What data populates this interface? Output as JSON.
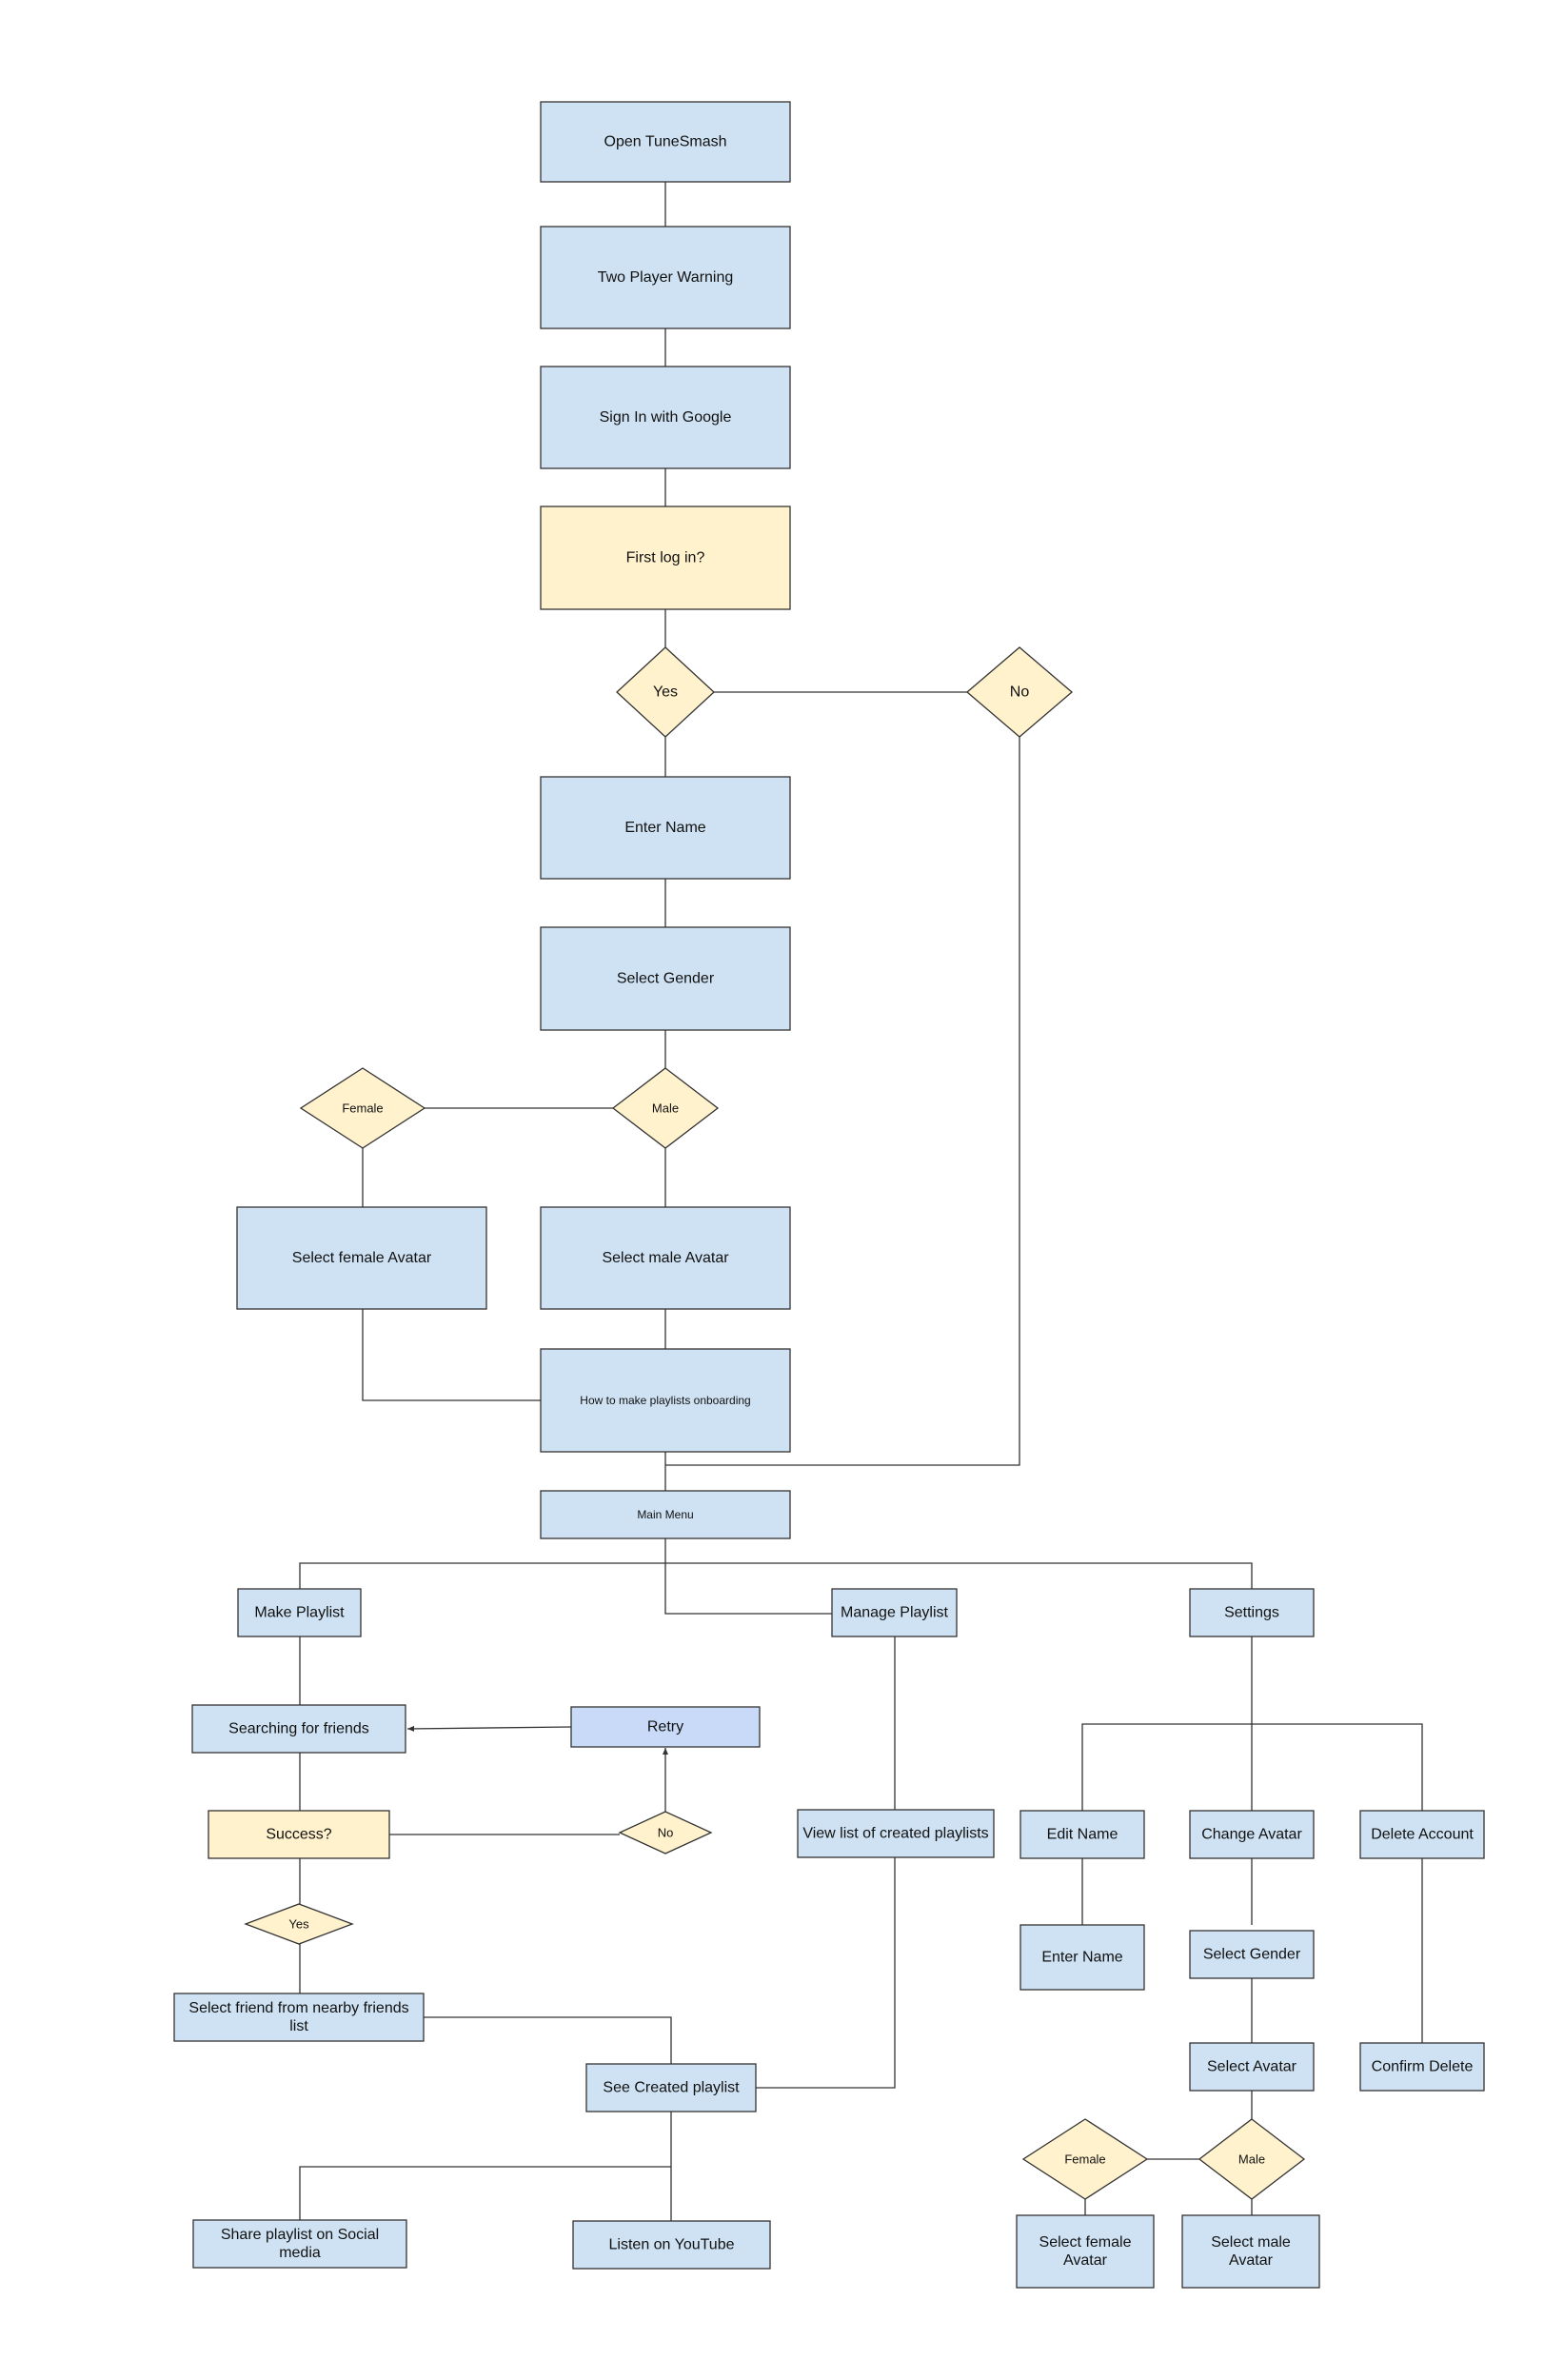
{
  "colors": {
    "process_fill": "#cfe2f3",
    "decision_fill": "#fff2cc",
    "retry_fill": "#c9daf8",
    "stroke": "#333333",
    "text": "#111111"
  },
  "nodes": {
    "open": "Open TuneSmash",
    "warning": "Two Player Warning",
    "signin": "Sign In with Google",
    "firstlogin": "First log in?",
    "yes1": "Yes",
    "no1": "No",
    "entername1": "Enter Name",
    "selectgender1": "Select Gender",
    "female1": "Female",
    "male1": "Male",
    "femaleavatar1": "Select female Avatar",
    "maleavatar1": "Select male Avatar",
    "onboarding": "How to make playlists onboarding",
    "mainmenu": "Main Menu",
    "makeplaylist": "Make Playlist",
    "manageplaylist": "Manage Playlist",
    "settings": "Settings",
    "searching": "Searching for friends",
    "retry": "Retry",
    "success": "Success?",
    "no2": "No",
    "yes2": "Yes",
    "selectfriend": [
      "Select friend from nearby friends",
      "list"
    ],
    "viewlist": "View list of created playlists",
    "seecreated": "See Created playlist",
    "share": [
      "Share playlist on Social",
      "media"
    ],
    "listen": "Listen  on YouTube",
    "editname": "Edit Name",
    "changeavatar": "Change Avatar",
    "deleteaccount": "Delete Account",
    "entername2": "Enter Name",
    "selectgender2": "Select Gender",
    "selectavatar": "Select Avatar",
    "confirmdelete": "Confirm Delete",
    "female2": "Female",
    "male2": "Male",
    "femaleavatar2": [
      "Select female",
      "Avatar"
    ],
    "maleavatar2": [
      "Select male",
      "Avatar"
    ]
  }
}
